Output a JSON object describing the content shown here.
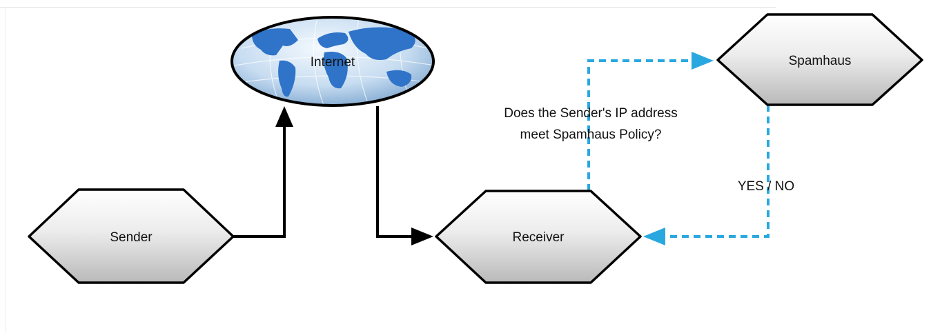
{
  "nodes": {
    "internet": "Internet",
    "sender": "Sender",
    "receiver": "Receiver",
    "spamhaus": "Spamhaus"
  },
  "query": {
    "line1": "Does the Sender's IP address",
    "line2": "meet Spamhaus Policy?"
  },
  "response_label": "YES / NO",
  "colors": {
    "solid_arrow": "#000000",
    "dashed_arrow": "#29a8e0",
    "node_fill": "#e4e4e4",
    "node_stroke": "#000000",
    "globe_ocean": "#c9dff2",
    "globe_land": "#2f74c8"
  }
}
